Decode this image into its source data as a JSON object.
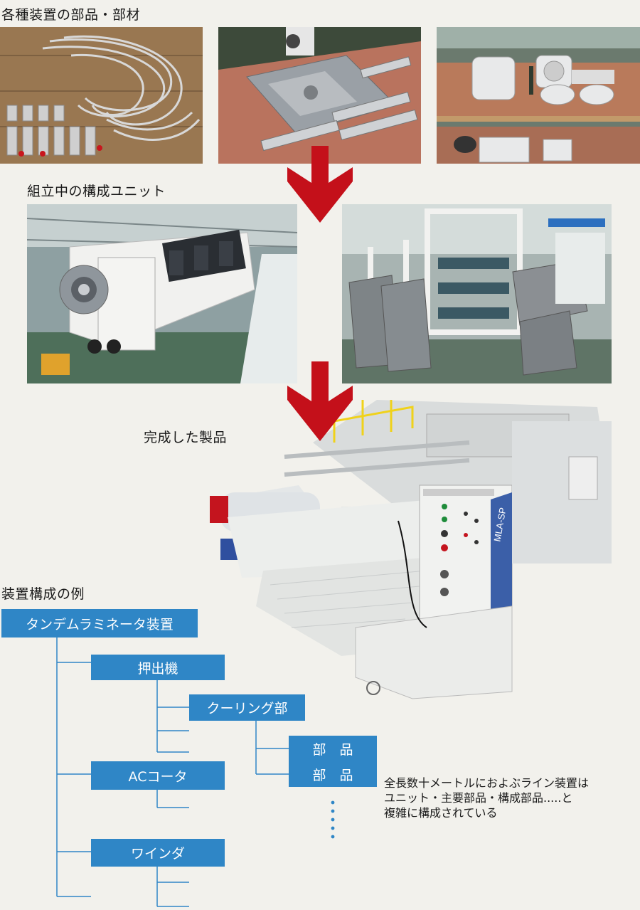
{
  "sections": {
    "parts_title": "各種装置の部品・部材",
    "assembly_title": "組立中の構成ユニット",
    "finished_title": "完成した製品",
    "example_title": "装置構成の例"
  },
  "machine_badge": "MLA-SP",
  "tree": {
    "root": "タンデムラミネータ装置",
    "extruder": "押出機",
    "cooling": "クーリング部",
    "part1": "部　品",
    "part2": "部　品",
    "coater": "ACコータ",
    "winder": "ワインダ"
  },
  "note": {
    "line1": "全長数十メートルにおよぶライン装置は",
    "line2": "ユニット・主要部品・構成部品.....と",
    "line3": "複雑に構成されている"
  },
  "colors": {
    "box_blue": "#2f86c6",
    "arrow_red": "#c4101a",
    "tree_line": "#2f86c6"
  }
}
